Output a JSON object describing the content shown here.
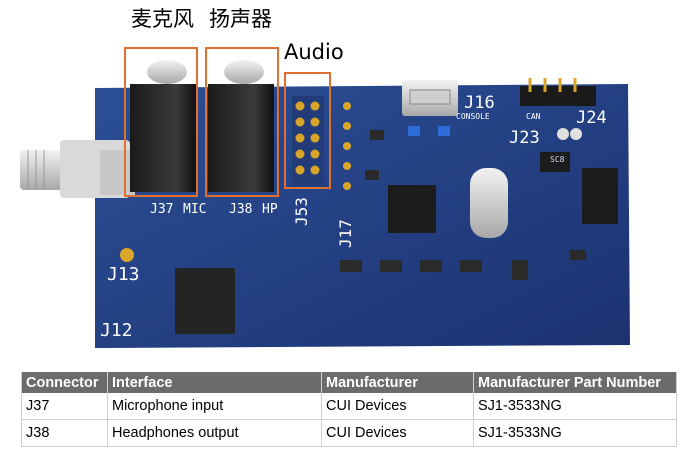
{
  "captions": {
    "mic_cn": "麦克风",
    "speaker_cn": "扬声器",
    "audio": "Audio"
  },
  "silkscreen": {
    "j16": "J16",
    "console": "CONSOLE",
    "j23": "J23",
    "can": "CAN",
    "j24": "J24",
    "j37": "J37",
    "mic": "MIC",
    "j38": "J38",
    "hp": "HP",
    "j53": "J53",
    "j17": "J17",
    "j13": "J13",
    "j12": "J12",
    "sc": "SC8"
  },
  "table": {
    "headers": [
      "Connector",
      "Interface",
      "Manufacturer",
      "Manufacturer Part Number"
    ],
    "rows": [
      [
        "J37",
        "Microphone input",
        "CUI Devices",
        "SJ1-3533NG"
      ],
      [
        "J38",
        "Headphones output",
        "CUI Devices",
        "SJ1-3533NG"
      ]
    ]
  },
  "colors": {
    "board": "#1f3a7a",
    "callout": "#e07030",
    "header_bg": "#6b6b6b"
  }
}
